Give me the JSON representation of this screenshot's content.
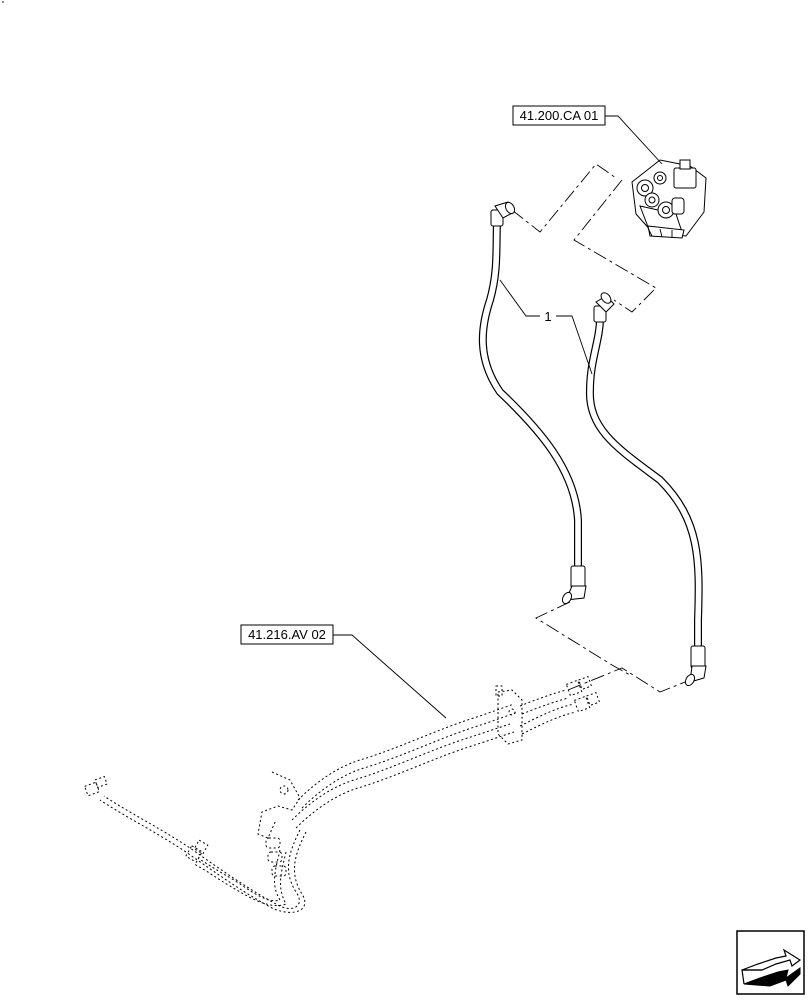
{
  "callouts": {
    "steering_unit_ref": "41.200.CA 01",
    "lines_ref": "41.216.AV 02",
    "hose_item": "1"
  },
  "nav_icon": "arrow-left-icon",
  "colors": {
    "line": "#000000",
    "background": "#ffffff"
  }
}
